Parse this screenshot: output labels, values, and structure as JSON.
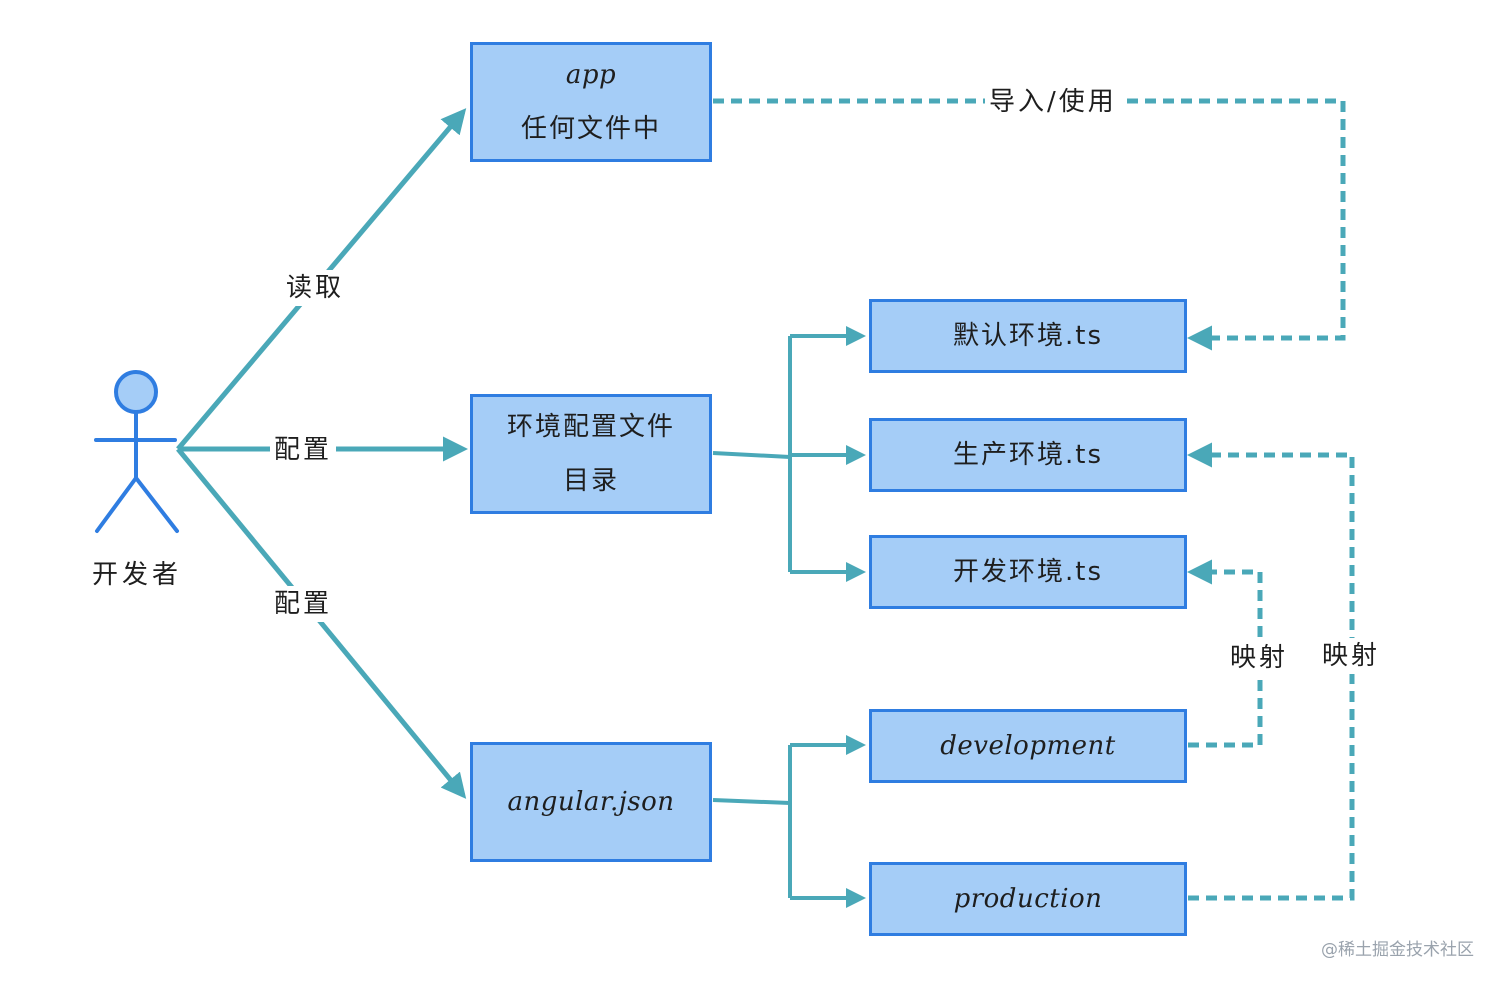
{
  "actor": {
    "label": "开发者"
  },
  "nodes": {
    "app": {
      "line1": "app",
      "line2": "任何文件中"
    },
    "env_dir": {
      "line1": "环境配置文件",
      "line2": "目录"
    },
    "angular_json": {
      "label": "angular.json"
    },
    "default_env": {
      "label": "默认环境.ts"
    },
    "prod_env": {
      "label": "生产环境.ts"
    },
    "dev_env": {
      "label": "开发环境.ts"
    },
    "development": {
      "label": "development"
    },
    "production": {
      "label": "production"
    }
  },
  "edges": {
    "read": "读取",
    "configure_env": "配置",
    "configure_angular": "配置",
    "import_use": "导入/使用",
    "map_dev": "映射",
    "map_prod": "映射"
  },
  "colors": {
    "box_fill": "#a5cdf7",
    "box_border": "#2f7de1",
    "arrow": "#4aa8b8",
    "actor_fill": "#a5cdf7",
    "actor_stroke": "#2f7de1"
  },
  "watermark": "@稀土掘金技术社区"
}
